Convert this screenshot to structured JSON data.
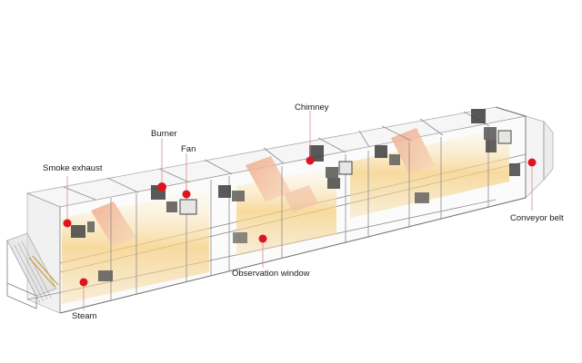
{
  "labels": {
    "smoke_exhaust": "Smoke exhaust",
    "burner": "Burner",
    "fan": "Fan",
    "chimney": "Chimney",
    "observation_window": "Observation window",
    "conveyor_belt": "Conveyor belt",
    "steam": "Steam"
  },
  "colors": {
    "marker": "#e0141e",
    "frame": "#8d8d8d",
    "glow": "#f3c36a",
    "panel": "#ececec"
  }
}
